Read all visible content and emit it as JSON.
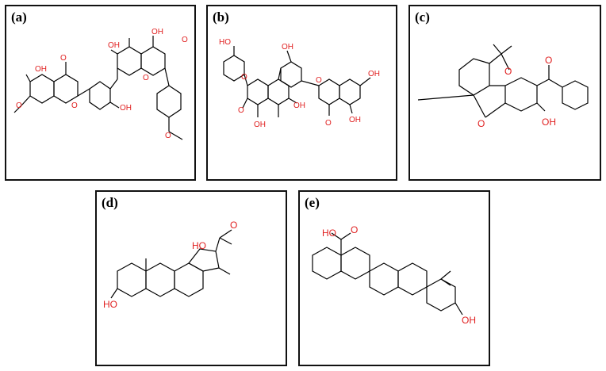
{
  "panels": [
    {
      "label": "(a)",
      "atoms": [
        "O",
        "OH",
        "OH",
        "OH",
        "OH",
        "O",
        "O",
        "O",
        "O",
        "O"
      ]
    },
    {
      "label": "(b)",
      "atoms": [
        "HO",
        "OH",
        "OH",
        "O",
        "O",
        "O",
        "O",
        "OH",
        "OH",
        "OH"
      ]
    },
    {
      "label": "(c)",
      "atoms": [
        "O",
        "O",
        "O",
        "OH"
      ]
    },
    {
      "label": "(d)",
      "atoms": [
        "HO",
        "O",
        "HO"
      ]
    },
    {
      "label": "(e)",
      "atoms": [
        "HO",
        "O",
        "OH"
      ]
    }
  ]
}
